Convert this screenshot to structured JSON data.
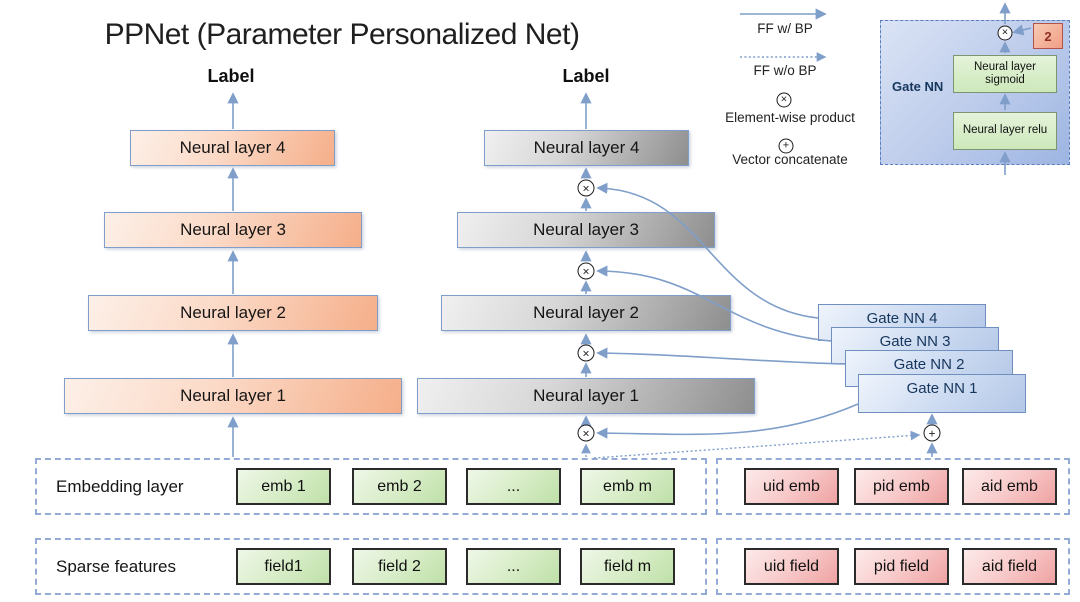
{
  "title": "PPNet (Parameter Personalized Net)",
  "palette": {
    "arrow_blue": "#7f9ec9",
    "left_tower_fill": "#f5ae89",
    "mid_tower_fill": "#8e8e8e",
    "gate_fill": "#b3c7e7",
    "green_fill": "#bfe0a8",
    "pink_fill": "#efa2a2",
    "dashed_border": "#93abd6"
  },
  "symbols": {
    "multiply": "×",
    "plus": "+"
  },
  "legend": {
    "ff_bp": "FF w/ BP",
    "ff_wo_bp": "FF w/o BP",
    "element_wise": "Element-wise product",
    "vector_concat": "Vector concatenate"
  },
  "left_tower": {
    "label": "Label",
    "layers": [
      "Neural layer 1",
      "Neural layer 2",
      "Neural layer 3",
      "Neural layer 4"
    ]
  },
  "mid_tower": {
    "label": "Label",
    "layers": [
      "Neural layer 1",
      "Neural layer 2",
      "Neural layer 3",
      "Neural layer 4"
    ]
  },
  "gate_stack": {
    "items": [
      "Gate NN 1",
      "Gate NN 2",
      "Gate NN 3",
      "Gate NN 4"
    ]
  },
  "gate_detail": {
    "label": "Gate NN",
    "sigmoid": "Neural layer sigmoid",
    "relu": "Neural layer relu",
    "output_dim": "2"
  },
  "embedding_row": {
    "label": "Embedding layer",
    "items": [
      "emb 1",
      "emb 2",
      "...",
      "emb m"
    ]
  },
  "sparse_row": {
    "label": "Sparse features",
    "items": [
      "field1",
      "field 2",
      "...",
      "field m"
    ]
  },
  "id_embedding_row": {
    "items": [
      "uid emb",
      "pid emb",
      "aid emb"
    ]
  },
  "id_field_row": {
    "items": [
      "uid field",
      "pid field",
      "aid field"
    ]
  }
}
